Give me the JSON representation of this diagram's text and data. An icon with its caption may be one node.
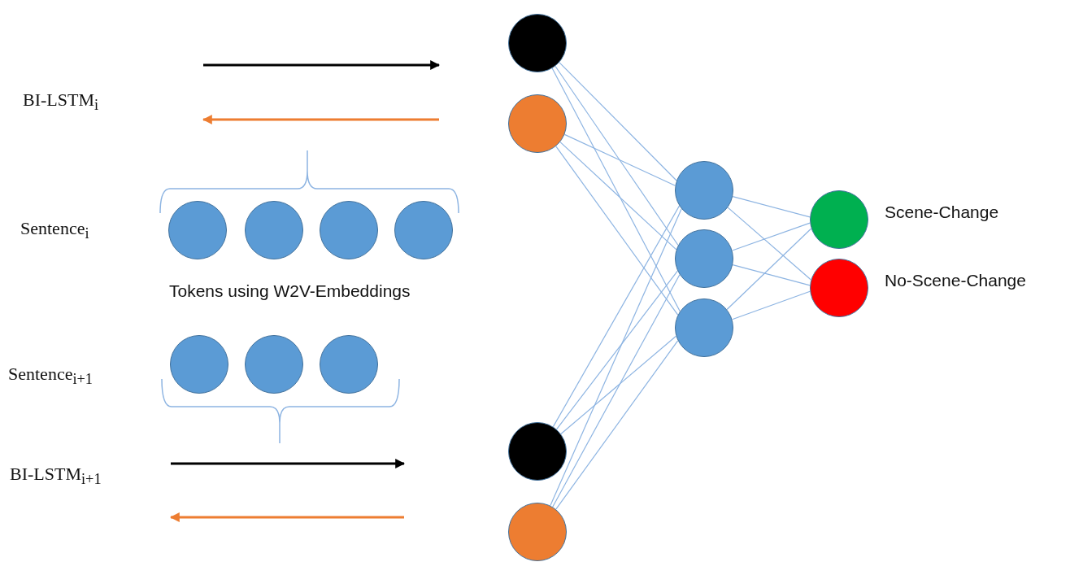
{
  "diagram": {
    "nodes": [
      {
        "text": [],
        "shape": "circle"
      },
      {
        "text": [],
        "shape": "circle"
      },
      {
        "text": [],
        "shape": "circle"
      },
      {
        "text": [],
        "shape": "circle"
      },
      {
        "text": [],
        "shape": "circle"
      },
      {
        "text": [],
        "shape": "circle"
      },
      {
        "text": [],
        "shape": "circle"
      },
      {
        "text": [],
        "shape": "circle"
      },
      {
        "text": [],
        "shape": "circle"
      },
      {
        "text": [],
        "shape": "circle"
      },
      {
        "text": [],
        "shape": "circle"
      },
      {
        "text": [],
        "shape": "circle"
      },
      {
        "text": [],
        "shape": "circle"
      },
      {
        "text": [],
        "shape": "circle"
      },
      {
        "text": [],
        "shape": "circle",
        "beside": [
          "Scene-Change"
        ]
      },
      {
        "text": [],
        "shape": "circle",
        "beside": [
          "No-Scene-Change"
        ]
      }
    ],
    "edges": [
      {
        "from": 7,
        "to": 11,
        "arrow": "none"
      },
      {
        "from": 7,
        "to": 12,
        "arrow": "none"
      },
      {
        "from": 7,
        "to": 13,
        "arrow": "none"
      },
      {
        "from": 8,
        "to": 11,
        "arrow": "none"
      },
      {
        "from": 8,
        "to": 12,
        "arrow": "none"
      },
      {
        "from": 8,
        "to": 13,
        "arrow": "none"
      },
      {
        "from": 9,
        "to": 11,
        "arrow": "none"
      },
      {
        "from": 9,
        "to": 12,
        "arrow": "none"
      },
      {
        "from": 9,
        "to": 13,
        "arrow": "none"
      },
      {
        "from": 10,
        "to": 11,
        "arrow": "none"
      },
      {
        "from": 10,
        "to": 12,
        "arrow": "none"
      },
      {
        "from": 10,
        "to": 13,
        "arrow": "none"
      },
      {
        "from": 11,
        "to": 14,
        "arrow": "none"
      },
      {
        "from": 11,
        "to": 15,
        "arrow": "none"
      },
      {
        "from": 12,
        "to": 14,
        "arrow": "none"
      },
      {
        "from": 12,
        "to": 15,
        "arrow": "none"
      },
      {
        "from": 13,
        "to": 14,
        "arrow": "none"
      },
      {
        "from": 13,
        "to": 15,
        "arrow": "none"
      }
    ],
    "labels": [
      "BI-LSTM$_{i}$",
      "Sentence$_{i}$",
      "Tokens using W2V-Embeddings",
      "Sentence$_{i+1}$",
      "BI-LSTM$_{i+1}$"
    ]
  }
}
